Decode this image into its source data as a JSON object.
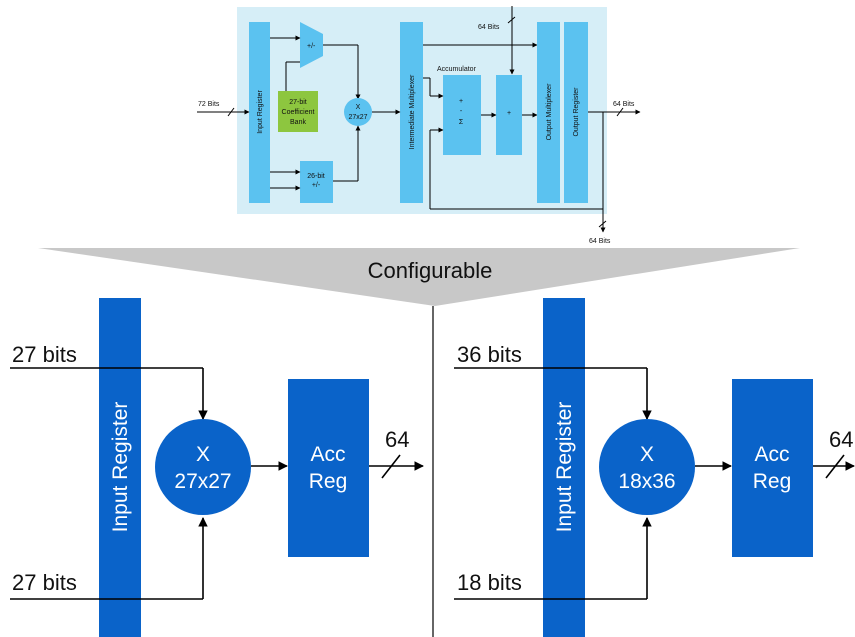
{
  "colors": {
    "panel_bg": "#d6eef7",
    "light_block": "#5bc2f0",
    "coef_bank": "#8dc63f",
    "dark_block": "#0a63c9",
    "funnel": "#c8c8c8"
  },
  "top": {
    "input_bits": "72 Bits",
    "top_bits": "64 Bits",
    "out_bits": "64 Bits",
    "bottom_bits": "64 Bits",
    "input_register": "Input Register",
    "addsub": "+/-",
    "coef_line1": "27-bit",
    "coef_line2": "Coefficient",
    "coef_line3": "Bank",
    "mult_line1": "X",
    "mult_line2": "27x27",
    "addsub26_line1": "26-bit",
    "addsub26_line2": "+/-",
    "intermediate_mux": "Intermediate Multiplexer",
    "accumulator": "Accumulator",
    "acc_plus": "+",
    "acc_minus": "-",
    "acc_sigma": "Σ",
    "adder_plus": "+",
    "output_mux": "Output Multiplexer",
    "output_register": "Output Register"
  },
  "configurable": "Configurable",
  "left": {
    "in_top": "27 bits",
    "in_bottom": "27 bits",
    "input_register": "Input Register",
    "mult_line1": "X",
    "mult_line2": "27x27",
    "acc_line1": "Acc",
    "acc_line2": "Reg",
    "out_bits": "64"
  },
  "right": {
    "in_top": "36 bits",
    "in_bottom": "18 bits",
    "input_register": "Input Register",
    "mult_line1": "X",
    "mult_line2": "18x36",
    "acc_line1": "Acc",
    "acc_line2": "Reg",
    "out_bits": "64"
  }
}
